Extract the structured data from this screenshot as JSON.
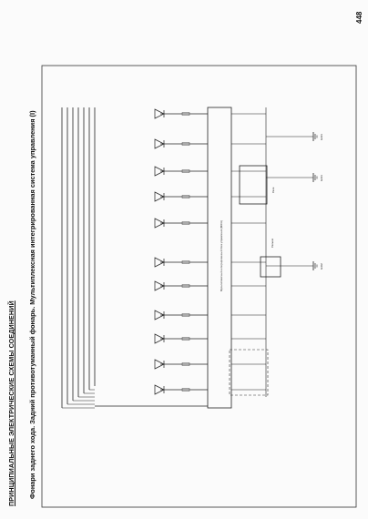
{
  "page": {
    "number": "448",
    "section_title": "ПРИНЦИПИАЛЬНЫЕ ЭЛЕКТРИЧЕСКИЕ СХЕМЫ СОЕДИНЕНИЙ",
    "diagram_title": "Фонари заднего хода. Задний противотуманный фонарь. Мультиплексная интегрированная система управления (I)"
  },
  "diagram": {
    "control_unit_label": "Мультиплексный интегрированный блок управления (MICU)",
    "relay_label": "Реле",
    "connector_label": "Разъем",
    "ground_labels": [
      "G401",
      "G301",
      "G402"
    ],
    "colors": {
      "ink": "#222222",
      "paper": "#fbfbfb"
    }
  }
}
